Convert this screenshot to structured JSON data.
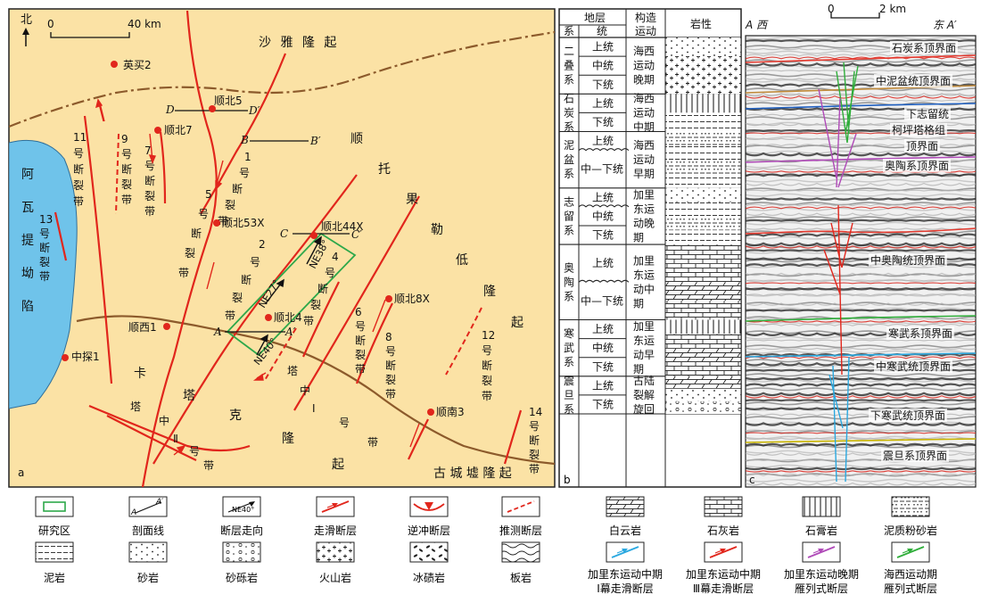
{
  "panel_a": {
    "letter": "a",
    "north": "北",
    "scale_start": "0",
    "scale_end": "40 km",
    "regions": {
      "shaya": "沙 雅 隆 起",
      "awati": [
        "阿",
        "瓦",
        "提",
        "坳",
        "陷"
      ],
      "shuntuo": [
        "顺",
        "托",
        "果",
        "勒",
        "低",
        "隆",
        "起"
      ],
      "tazhong": [
        "卡",
        "塔",
        "克",
        "隆",
        "起"
      ],
      "gucheng": "古 城 墟 隆 起"
    },
    "wells": {
      "yingmai2": "英买2",
      "shunbei5": "顺北5",
      "shunbei7": "顺北7",
      "shunbei53x": "顺北53X",
      "shunbei44x": "顺北44X",
      "shunbei4": "顺北4",
      "shunbei8x": "顺北8X",
      "shunxi1": "顺西1",
      "zhongtan1": "中探1",
      "shunnan3": "顺南3"
    },
    "faults": {
      "f11": [
        "11",
        "号",
        "断",
        "裂",
        "带"
      ],
      "f9": [
        "9",
        "号",
        "断",
        "裂",
        "带"
      ],
      "f7": [
        "7",
        "号",
        "断",
        "裂",
        "带"
      ],
      "f1": [
        "1",
        "号",
        "断",
        "裂",
        "带"
      ],
      "f5": [
        "5",
        "号",
        "断",
        "裂",
        "带"
      ],
      "f2": [
        "2",
        "号",
        "断",
        "裂",
        "带"
      ],
      "f4": [
        "4",
        "号",
        "断",
        "裂",
        "带"
      ],
      "f13": [
        "13",
        "号",
        "断",
        "裂",
        "带"
      ],
      "f6": [
        "6",
        "号",
        "断",
        "裂",
        "带"
      ],
      "f8": [
        "8",
        "号",
        "断",
        "裂",
        "带"
      ],
      "f12": [
        "12",
        "号",
        "断",
        "裂",
        "带"
      ],
      "f14": [
        "14",
        "号",
        "断",
        "裂",
        "带"
      ],
      "tz1": [
        "塔",
        "中",
        "Ⅰ",
        "号",
        "带"
      ],
      "tz2": [
        "塔",
        "中",
        "Ⅱ",
        "号",
        "带"
      ]
    },
    "section_lines": {
      "d": "D",
      "d2": "D′",
      "b": "B",
      "b2": "B′",
      "c": "C",
      "c2": "C′",
      "a": "A",
      "a2": "A′"
    },
    "trends": {
      "ne27": "NE27°",
      "ne38": "NE38°",
      "ne40": "NE40°"
    }
  },
  "panel_b": {
    "letter": "b",
    "headers": {
      "stratum": "地层",
      "system": "系",
      "series": "统",
      "tectonic": "构造运动",
      "lithology": "岩性"
    },
    "systems": [
      {
        "name": "二叠系",
        "series": [
          "上统",
          "中统",
          "下统"
        ],
        "event": "海西运动晚期"
      },
      {
        "name": "石炭系",
        "series": [
          "上统",
          "下统"
        ],
        "event": "海西运动中期"
      },
      {
        "name": "泥盆系",
        "series": [
          "上统",
          "中—下统"
        ],
        "event": "海西运动早期"
      },
      {
        "name": "志留系",
        "series": [
          "上统",
          "中统",
          "下统"
        ],
        "event": "加里东运动晚期"
      },
      {
        "name": "奥陶系",
        "series": [
          "上统",
          "中—下统"
        ],
        "event": "加里东运动中期"
      },
      {
        "name": "寒武系",
        "series": [
          "上统",
          "中统",
          "下统"
        ],
        "event": "加里东运动早期"
      },
      {
        "name": "震旦系",
        "series": [
          "上统",
          "下统"
        ],
        "event": "古陆裂解旋回"
      }
    ]
  },
  "panel_c": {
    "letter": "c",
    "left_end": "A 西",
    "right_end": "东 A′",
    "scale_start": "0",
    "scale_end": "2 km",
    "horizons": [
      "石炭系顶界面",
      "中泥盆统顶界面",
      "下志留统",
      "柯坪塔格组",
      "顶界面",
      "奥陶系顶界面",
      "中奥陶统顶界面",
      "寒武系顶界面",
      "中寒武统顶界面",
      "下寒武统顶界面",
      "震旦系顶界面"
    ]
  },
  "legend": {
    "items": [
      "研究区",
      "剖面线",
      "断层走向",
      "走滑断层",
      "逆冲断层",
      "推测断层",
      "白云岩",
      "石灰岩",
      "石膏岩",
      "泥质粉砂岩",
      "泥岩",
      "砂岩",
      "砂砾岩",
      "火山岩",
      "冰碛岩",
      "板岩",
      "加里东运动中期",
      "Ⅰ幕走滑断层",
      "加里东运动中期",
      "Ⅲ幕走滑断层",
      "加里东运动晚期",
      "雁列式断层",
      "海西运动期",
      "雁列式断层"
    ],
    "sample_a": "A",
    "sample_a2": "A′",
    "sample_trend": "NE40°"
  },
  "colors": {
    "map_fill": "#fbe2a5",
    "lake_fill": "#6fc3ea",
    "fault_red": "#e1261c",
    "boundary_brown": "#8c5a2b",
    "study_green": "#2da84a",
    "fault_blue": "#2aa8e0",
    "fault_purple": "#b04ab8",
    "fault_green": "#2fae3a"
  }
}
